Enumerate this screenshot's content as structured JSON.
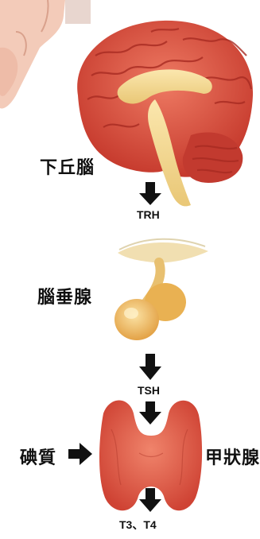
{
  "labels": {
    "hypothalamus": "下丘腦",
    "trh": "TRH",
    "pituitary": "腦垂腺",
    "tsh": "TSH",
    "iodine": "碘質",
    "thyroid": "甲狀腺",
    "hormones": "T3、T4"
  },
  "colors": {
    "brain": "#d84a3c",
    "brain_fold": "#b8312a",
    "inner": "#f2d58c",
    "thyroid": "#d9533f",
    "arrow": "#111111",
    "skin": "#f1c8b5"
  }
}
